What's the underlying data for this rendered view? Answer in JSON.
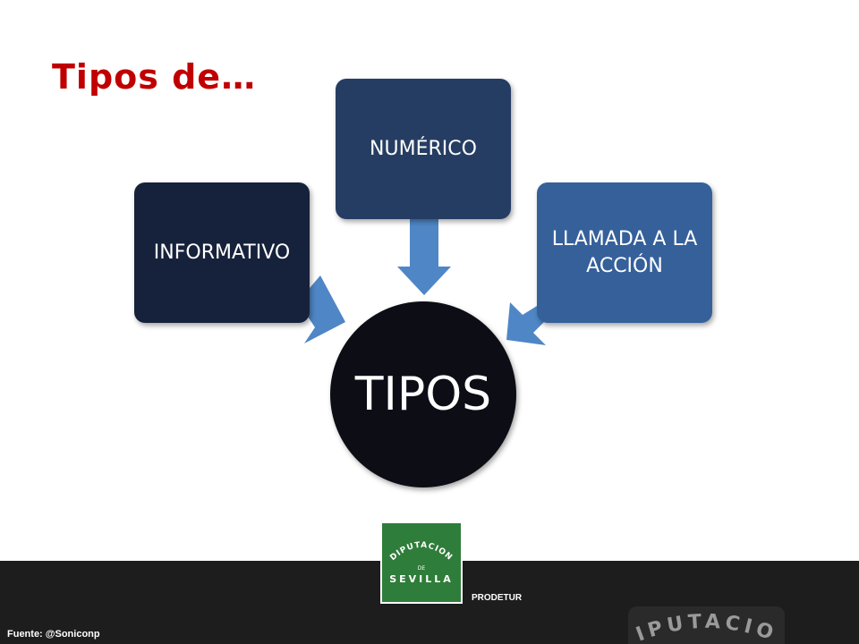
{
  "slide": {
    "title": "Tipos de…"
  },
  "diagram": {
    "center": {
      "label": "TIPOS",
      "color": "#0b0f14"
    },
    "nodes": [
      {
        "label": "INFORMATIVO",
        "color": "#15203a"
      },
      {
        "label": "NUMÉRICO",
        "color": "#253e63"
      },
      {
        "label": "LLAMADA A LA ACCIÓN",
        "color": "#35609a"
      }
    ],
    "arrow_color": "#4f86c6"
  },
  "footer": {
    "org": "PRODETUR",
    "source": "Fuente: @Soniconp",
    "logo": {
      "line1": "DIPUTACION",
      "line2": "DE",
      "line3": "SEVILLA"
    },
    "watermark_text": "DIPUTACION"
  }
}
